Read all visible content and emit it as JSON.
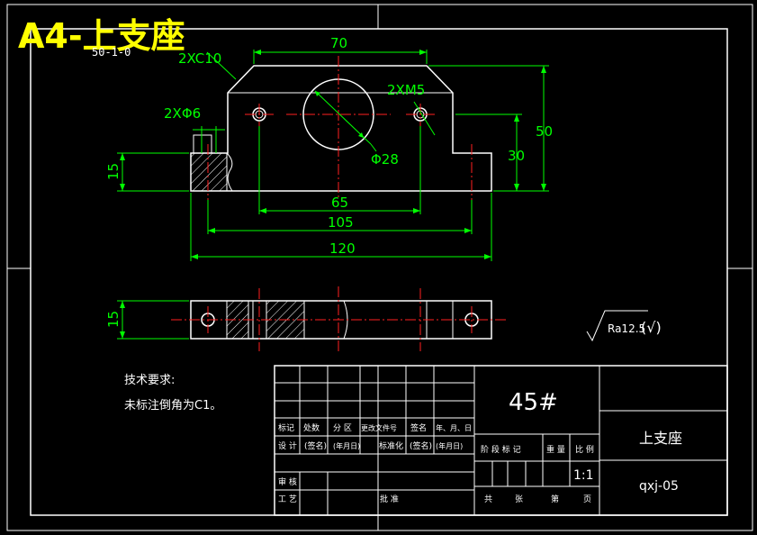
{
  "title_banner": {
    "prefix": "A4-",
    "part_name": "上支座",
    "overlap_text": "50-1-0"
  },
  "dimensions": {
    "chamfer": "2XC10",
    "hole_small": "2XΦ6",
    "thread": "2XM5",
    "width_top": "70",
    "height_total": "50",
    "height_step": "30",
    "bore_dia": "Φ28",
    "hole_spacing": "65",
    "slot_spacing": "105",
    "overall_length": "120",
    "thickness_front": "15",
    "thickness_top": "15"
  },
  "roughness": {
    "label": "Ra12.5",
    "suffix": "(√)"
  },
  "tech_requirements": {
    "heading": "技术要求:",
    "line1": "未标注倒角为C1。"
  },
  "title_block": {
    "material": "45#",
    "part_name": "上支座",
    "drawing_no": "qxj-05",
    "scale": "1:1",
    "row_headers": [
      "标记",
      "处数",
      "分 区",
      "更改文件号",
      "签名",
      "年、月、日"
    ],
    "design_row": [
      "设 计",
      "(签名)",
      "(年月日)",
      "标准化",
      "(签名)",
      "(年月日)"
    ],
    "stage_headers": [
      "阶 段 标 记",
      "重 量",
      "比 例"
    ],
    "audit": "审 核",
    "process": "工 艺",
    "approve": "批 准",
    "sheet_footer": [
      "共",
      "张",
      "第",
      "页"
    ]
  },
  "colors": {
    "background": "#000000",
    "outline": "#ffffff",
    "dimension": "#00ff00",
    "centerline": "#ff0000",
    "banner": "#ffff00"
  }
}
